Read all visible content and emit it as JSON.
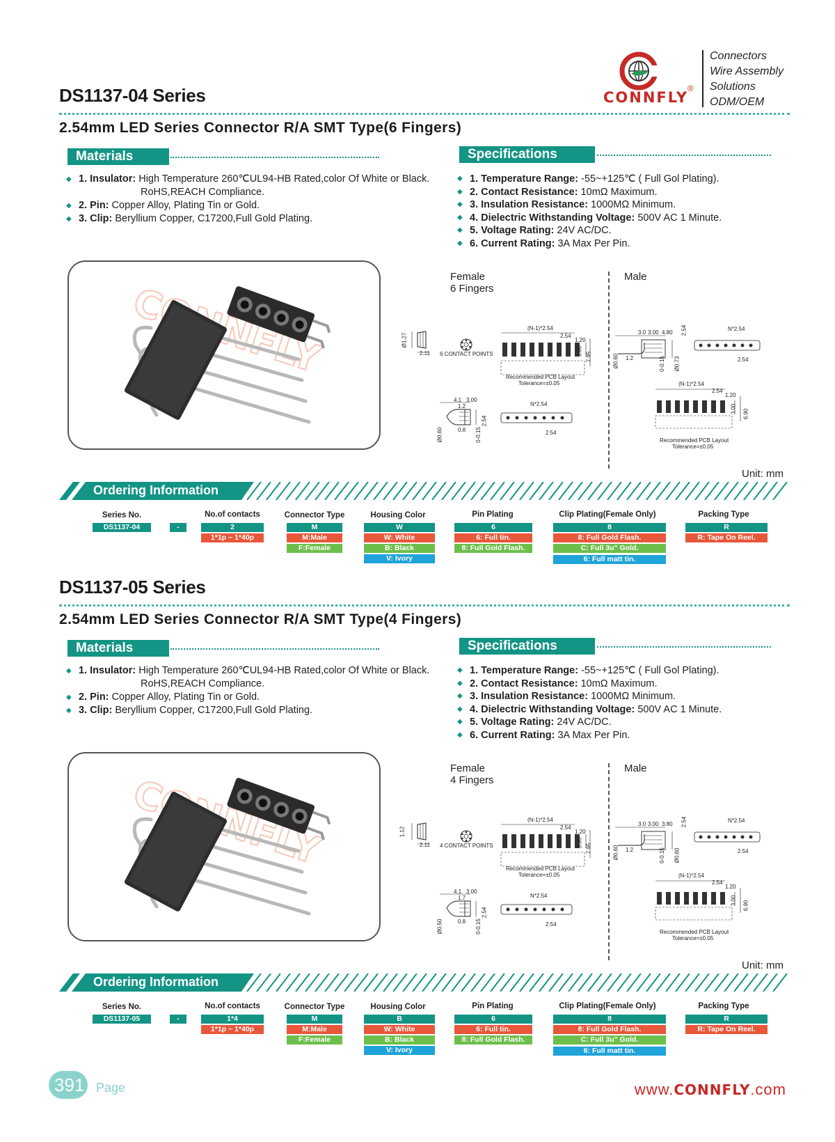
{
  "brand": {
    "logo_text": "CONNFLY",
    "registered": "®",
    "tagline": [
      "Connectors",
      "Wire Assembly",
      "Solutions",
      "ODM/OEM"
    ]
  },
  "sections": [
    {
      "series_title": "DS1137-04 Series",
      "subtitle": "2.54mm LED Series Connector R/A SMT Type(6 Fingers)",
      "materials_label": "Materials",
      "specs_label": "Specifications",
      "materials": [
        {
          "key": "1. Insulator:",
          "text": "High Temperature 260℃UL94-HB Rated,color Of White or Black.",
          "cont": "RoHS,REACH Compliance."
        },
        {
          "key": "2. Pin:",
          "text": "Copper Alloy, Plating Tin or Gold."
        },
        {
          "key": "3. Clip:",
          "text": "Beryllium Copper, C17200,Full Gold Plating."
        }
      ],
      "specs": [
        {
          "key": "1. Temperature Range:",
          "text": "-55~+125℃ ( Full Gol Plating)."
        },
        {
          "key": "2. Contact Resistance:",
          "text": "10mΩ Maximum."
        },
        {
          "key": "3. Insulation Resistance:",
          "text": "1000MΩ Minimum."
        },
        {
          "key": "4. Dielectric Withstanding Voltage:",
          "text": "500V AC 1 Minute."
        },
        {
          "key": "5. Voltage Rating:",
          "text": "24V AC/DC."
        },
        {
          "key": "6. Current Rating:",
          "text": "3A Max Per Pin."
        }
      ],
      "female_label": "Female",
      "fingers_label": "6 Fingers",
      "male_label": "Male",
      "contact_points": "6 CONTACT POINTS",
      "drawing": {
        "f_side_h": "Ø1.27",
        "f_side_w": "2.11",
        "f_top_pitch": "(N-1)*2.54",
        "f_top_p": "2.54",
        "f_top_w": "1.20",
        "f_top_h1": "3.00",
        "f_top_h2": "7.95",
        "f_pcb_1": "Recommended PCB Layout",
        "f_pcb_2": "Tolerance=±0.05",
        "f_bot_a": "4.1",
        "f_bot_b": "3.00",
        "f_bot_c": "1.2",
        "f_bot_d": "Ø0.60",
        "f_bot_e": "0.8",
        "f_bot_f": "0-0.15",
        "f_bot_g": "2.54",
        "f_bot_pitch": "N*2.54",
        "f_bot_p": "2.54",
        "m_a": "3.0",
        "m_b": "3.00",
        "m_c": "4.80",
        "m_d": "2.54",
        "m_e": "Ø0.60",
        "m_f": "1.2",
        "m_g": "0-0.15",
        "m_h": "Ø0.73",
        "m_pitch": "N*2.54",
        "m_p": "2.54",
        "m_pcb_pitch": "(N-1)*2.54",
        "m_pcb_p": "2.54",
        "m_pcb_w": "1.20",
        "m_pcb_h1": "3.00",
        "m_pcb_h2": "6.90",
        "m_pcb_1": "Recommended PCB Layout",
        "m_pcb_2": "Tolerance=±0.05"
      },
      "unit": "Unit: mm",
      "ordering_label": "Ordering Information",
      "ordering": {
        "series_h": "Series No.",
        "series_v": "DS1137-04",
        "dash": "-",
        "contacts_h": "No.of contacts",
        "contacts_v": "2",
        "contacts_o": "1*1p ~ 1*40p",
        "conn_h": "Connector Type",
        "conn_v": "M",
        "conn_o1": "M:Male",
        "conn_o2": "F:Female",
        "color_h": "Housing Color",
        "color_v": "W",
        "color_o1": "W: White",
        "color_o2": "B: Black",
        "color_o3": "V: Ivory",
        "pin_h": "Pin Plating",
        "pin_v": "6",
        "pin_o1": "6: Full tin.",
        "pin_o2": "8: Full Gold Flash.",
        "clip_h": "Clip Plating(Female Only)",
        "clip_v": "8",
        "clip_o1": "8: Full Gold Flash.",
        "clip_o2": "C: Full 3u\" Gold.",
        "clip_o3": "6: Full matt tin.",
        "pack_h": "Packing Type",
        "pack_v": "R",
        "pack_o1": "R: Tape On Reel."
      }
    },
    {
      "series_title": "DS1137-05 Series",
      "subtitle": "2.54mm LED Series Connector R/A SMT Type(4 Fingers)",
      "materials_label": "Materials",
      "specs_label": "Specifications",
      "materials": [
        {
          "key": "1. Insulator:",
          "text": "High Temperature 260℃UL94-HB Rated,color Of White or Black.",
          "cont": "RoHS,REACH Compliance."
        },
        {
          "key": "2. Pin:",
          "text": "Copper Alloy, Plating Tin or Gold."
        },
        {
          "key": "3. Clip:",
          "text": "Beryllium Copper, C17200,Full Gold Plating."
        }
      ],
      "specs": [
        {
          "key": "1. Temperature Range:",
          "text": "-55~+125℃ ( Full Gol Plating)."
        },
        {
          "key": "2. Contact Resistance:",
          "text": "10mΩ Maximum."
        },
        {
          "key": "3. Insulation Resistance:",
          "text": "1000MΩ Minimum."
        },
        {
          "key": "4. Dielectric Withstanding Voltage:",
          "text": "500V AC 1 Minute."
        },
        {
          "key": "5. Voltage Rating:",
          "text": "24V AC/DC."
        },
        {
          "key": "6. Current Rating:",
          "text": "3A Max Per Pin."
        }
      ],
      "female_label": "Female",
      "fingers_label": "4 Fingers",
      "male_label": "Male",
      "contact_points": "4 CONTACT POINTS",
      "drawing": {
        "f_side_h": "1.12",
        "f_side_w": "2.11",
        "f_top_pitch": "(N-1)*2.54",
        "f_top_p": "2.54",
        "f_top_w": "1.20",
        "f_top_h1": "3.00",
        "f_top_h2": "7.95",
        "f_pcb_1": "Recommended PCB Layout",
        "f_pcb_2": "Tolerance=±0.05",
        "f_bot_a": "4.1",
        "f_bot_b": "3.00",
        "f_bot_c": "1.7",
        "f_bot_d": "Ø0.50",
        "f_bot_e": "0.8",
        "f_bot_f": "0-0.15",
        "f_bot_g": "2.54",
        "f_bot_pitch": "N*2.54",
        "f_bot_p": "2.54",
        "m_a": "3.0",
        "m_b": "3.00",
        "m_c": "3.80",
        "m_d": "2.54",
        "m_e": "Ø0.60",
        "m_f": "1.2",
        "m_g": "0-0.15",
        "m_h": "Ø0.60",
        "m_pitch": "N*2.54",
        "m_p": "2.54",
        "m_pcb_pitch": "(N-1)*2.54",
        "m_pcb_p": "2.54",
        "m_pcb_w": "1.20",
        "m_pcb_h1": "3.00",
        "m_pcb_h2": "6.90",
        "m_pcb_1": "Recommended PCB Layout",
        "m_pcb_2": "Tolerance=±0.05"
      },
      "unit": "Unit: mm",
      "ordering_label": "Ordering Information",
      "ordering": {
        "series_h": "Series No.",
        "series_v": "DS1137-05",
        "dash": "-",
        "contacts_h": "No.of contacts",
        "contacts_v": "1*4",
        "contacts_o": "1*1p ~ 1*40p",
        "conn_h": "Connector Type",
        "conn_v": "M",
        "conn_o1": "M:Male",
        "conn_o2": "F:Female",
        "color_h": "Housing Color",
        "color_v": "B",
        "color_o1": "W: White",
        "color_o2": "B: Black",
        "color_o3": "V: Ivory",
        "pin_h": "Pin Plating",
        "pin_v": "6",
        "pin_o1": "6: Full tin.",
        "pin_o2": "8: Full Gold Flash.",
        "clip_h": "Clip Plating(Female Only)",
        "clip_v": "8",
        "clip_o1": "8: Full Gold Flash.",
        "clip_o2": "C: Full 3u\" Gold.",
        "clip_o3": "6: Full matt tin.",
        "pack_h": "Packing Type",
        "pack_v": "R",
        "pack_o1": "R: Tape On Reel."
      }
    }
  ],
  "footer": {
    "page_number": "391",
    "page_label": "Page",
    "url_prefix": "www.",
    "url_brand": "CONNFLY",
    "url_suffix": ".com"
  },
  "colors": {
    "teal": "#139485",
    "red": "#e8573a",
    "green": "#6dbf4b",
    "cyan": "#1fa3d8",
    "brand_red": "#c62a26"
  }
}
